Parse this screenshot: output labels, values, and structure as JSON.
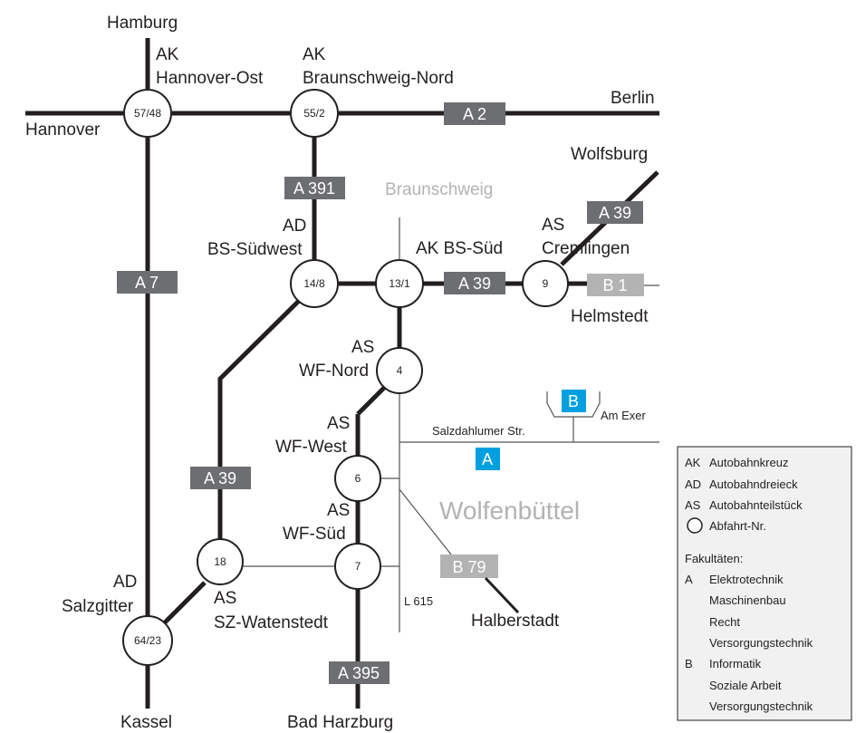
{
  "colors": {
    "road": "#231f20",
    "thin_road": "#555555",
    "autobahn_shield": "#6d6e71",
    "bundes_shield": "#b3b3b3",
    "campus": "#00a0e0",
    "grey_text": "#b3b3b3",
    "legend_bg": "#f1f1f1"
  },
  "directions": {
    "hamburg": "Hamburg",
    "hannover": "Hannover",
    "berlin": "Berlin",
    "wolfsburg": "Wolfsburg",
    "helmstedt": "Helmstedt",
    "halberstadt": "Halberstadt",
    "kassel": "Kassel",
    "bad_harzburg": "Bad Harzburg"
  },
  "cities": {
    "braunschweig": "Braunschweig",
    "wolfenbuettel": "Wolfenbüttel"
  },
  "junction_labels": {
    "hannover_ost_1": "AK",
    "hannover_ost_2": "Hannover-Ost",
    "bs_nord_1": "AK",
    "bs_nord_2": "Braunschweig-Nord",
    "bs_suedwest_1": "AD",
    "bs_suedwest_2": "BS-Südwest",
    "bs_sued": "AK BS-Süd",
    "cremlingen_1": "AS",
    "cremlingen_2": "Cremlingen",
    "wf_nord_1": "AS",
    "wf_nord_2": "WF-Nord",
    "wf_west_1": "AS",
    "wf_west_2": "WF-West",
    "wf_sued_1": "AS",
    "wf_sued_2": "WF-Süd",
    "salzgitter_1": "AD",
    "salzgitter_2": "Salzgitter",
    "sz_watenstedt_1": "AS",
    "sz_watenstedt_2": "SZ-Watenstedt"
  },
  "nodes": {
    "n5748": "57/48",
    "n552": "55/2",
    "n148": "14/8",
    "n131": "13/1",
    "n9": "9",
    "n4": "4",
    "n6": "6",
    "n7": "7",
    "n18": "18",
    "n6423": "64/23"
  },
  "shields": {
    "a2": "A 2",
    "a391": "A 391",
    "a7": "A 7",
    "a39_east": "A 39",
    "a39_ne": "A 39",
    "a39_west": "A 39",
    "b1": "B 1",
    "b79": "B 79",
    "a395": "A 395"
  },
  "streets": {
    "salzdahlumer": "Salzdahlumer Str.",
    "am_exer": "Am Exer",
    "l615": "L 615"
  },
  "campus": {
    "a": "A",
    "b": "B"
  },
  "legend": {
    "abbr": [
      {
        "key": "AK",
        "text": "Autobahnkreuz"
      },
      {
        "key": "AD",
        "text": "Autobahndreieck"
      },
      {
        "key": "AS",
        "text": "Autobahnteilstück"
      },
      {
        "key": "",
        "text": "Abfahrt-Nr."
      }
    ],
    "faculties_title": "Fakultäten:",
    "faculty_a_key": "A",
    "faculty_a": [
      "Elektrotechnik",
      "Maschinenbau",
      "Recht",
      "Versorgungstechnik"
    ],
    "faculty_b_key": "B",
    "faculty_b": [
      "Informatik",
      "Soziale Arbeit",
      "Versorgungstechnik"
    ]
  }
}
